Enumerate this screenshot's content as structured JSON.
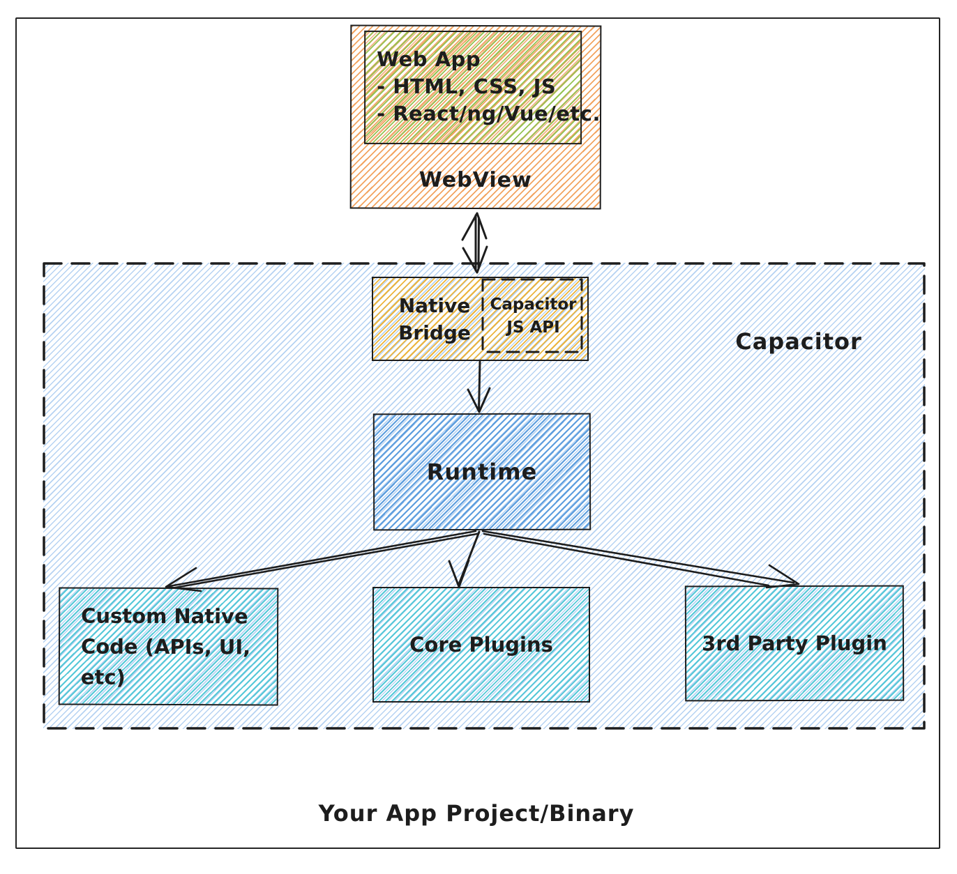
{
  "outer_label": "Your App Project/Binary",
  "webview": {
    "label": "WebView",
    "web_app": {
      "title": "Web App",
      "items": [
        "- HTML, CSS, JS",
        "- React/ng/Vue/etc."
      ]
    }
  },
  "capacitor": {
    "label": "Capacitor",
    "native_bridge": {
      "label": "Native Bridge",
      "js_api_label": "Capacitor JS API"
    },
    "runtime_label": "Runtime",
    "plugins": [
      {
        "label": "Custom Native Code (APIs, UI, etc)"
      },
      {
        "label": "Core Plugins"
      },
      {
        "label": "3rd Party Plugin"
      }
    ]
  },
  "colors": {
    "ink": "#1d1d1d",
    "webview-hatch": "#f2a35f",
    "webapp-hatch": "#94c352",
    "bridge-hatch": "#ecb43c",
    "runtime-hatch": "#5d9ede",
    "plugin-hatch": "#55c8d8",
    "container-hatch": "#b5d2f2"
  }
}
